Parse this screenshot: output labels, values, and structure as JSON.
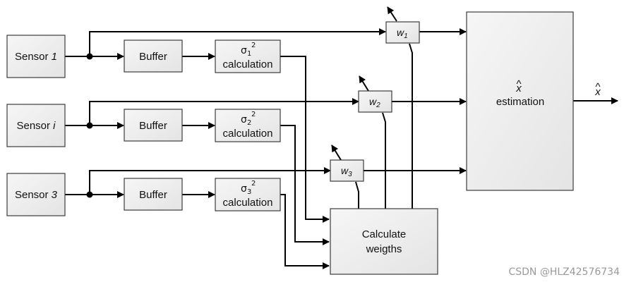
{
  "sensors": [
    {
      "prefix": "Sensor ",
      "index": "1"
    },
    {
      "prefix": "Sensor ",
      "index": "i"
    },
    {
      "prefix": "Sensor ",
      "index": "3"
    }
  ],
  "buffer_label": "Buffer",
  "sigma": [
    {
      "symbol": "σ",
      "sub": "1",
      "sup": "2",
      "word": "calculation"
    },
    {
      "symbol": "σ",
      "sub": "2",
      "sup": "2",
      "word": "calculation"
    },
    {
      "symbol": "σ",
      "sub": "3",
      "sup": "2",
      "word": "calculation"
    }
  ],
  "weights": [
    {
      "symbol": "w",
      "sub": "1"
    },
    {
      "symbol": "w",
      "sub": "2"
    },
    {
      "symbol": "w",
      "sub": "3"
    }
  ],
  "calc_weights": {
    "line1": "Calculate",
    "line2": "weigths"
  },
  "estimation": {
    "hat": "^",
    "symbol": "x",
    "word": "estimation"
  },
  "output": {
    "hat": "^",
    "symbol": "x"
  },
  "watermark": "CSDN @HLZ42576734"
}
